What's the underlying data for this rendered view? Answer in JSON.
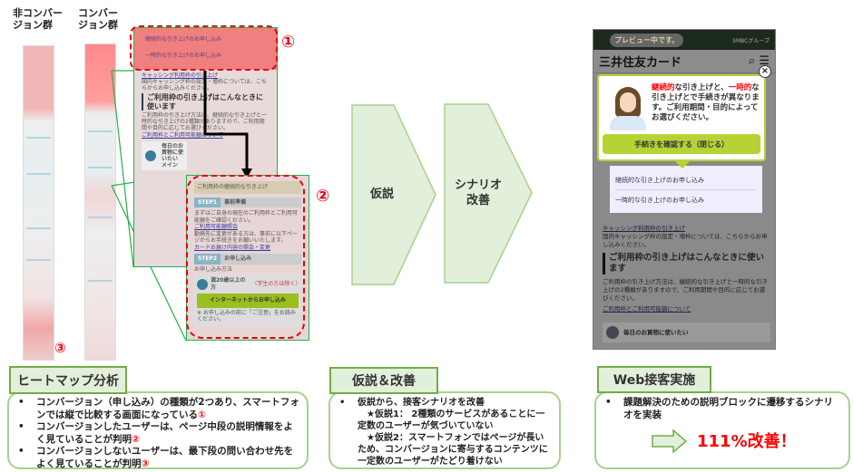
{
  "groups": {
    "non_conversion": "非コンバージョン群",
    "conversion": "コンバージョン群"
  },
  "markers": {
    "m1": "①",
    "m2": "②",
    "m3": "③"
  },
  "heatmap_panel1": {
    "item1": "継続的な引き上げのお申し込み",
    "item2": "一時的な引き上げのお申し込み",
    "link1": "キャッシング利用枠の引き上げ",
    "text1": "国内キャッシング枠の設定・増枠については、こちらからお申し込みください。",
    "heading": "ご利用枠の引き上げはこんなときに使います",
    "text2": "ご利用枠の引き上げ方法は、継続的な引き上げと一時的な引き上げの2種類がありますので、ご利用期間や目的に応じてお選びください。",
    "link2": "ご利用枠とご利用可能額について",
    "card": "毎日のお買物に使いたい メイン"
  },
  "heatmap_panel2": {
    "title": "ご利用枠の継続的な引き上げ",
    "step1": "STEP1",
    "step1_title": "事前準備",
    "bullet1": "まずはご自身の現在のご利用枠とご利用可能額をご確認ください。",
    "link1": "ご利用可能額照会",
    "bullet2": "勤務先に変更がある方は、事前に以下ページからお手続きをお願いいたします。",
    "link2": "カードお届け内容の照会・変更",
    "step2": "STEP2",
    "step2_title": "お申し込み",
    "bullet3": "お申し込み方法",
    "age": "満20歳以上の方",
    "age_note": "（学生の方は除く）",
    "apply_button": "インターネットからお申し込み",
    "note": "※ お申し込みの前に「ご注意」をお読みください。"
  },
  "chevrons": {
    "c1": "仮説",
    "c2_line1": "シナリオ",
    "c2_line2": "改善"
  },
  "phone": {
    "preview_badge": "プレビュー中です。",
    "group": "SMBCグループ",
    "logo": "三井住友カード",
    "popup_red1": "継続的",
    "popup_t1": "な引き上げと、",
    "popup_red2": "一時的",
    "popup_t2": "な引き上げとで手続きが異なります。ご利用期間・目的によってお選びください。",
    "popup_button": "手続きを確認する（閉じる）",
    "item1": "継続的な引き上げのお申し込み",
    "item2": "一時的な引き上げのお申し込み",
    "link1": "キャッシング利用枠の引き上げ",
    "text1": "国内キャッシング枠の設定・増枠については、こちらからお申し込みください。",
    "heading": "ご利用枠の引き上げはこんなときに使います",
    "text2": "ご利用枠の引き上げ方法は、継続的な引き上げと一時的な引き上げの2種類がありますので、ご利用期間や目的に応じてお選びください。",
    "link2": "ご利用枠とご利用可能額について",
    "card": "毎日のお買物に使いたい"
  },
  "sections": [
    {
      "title": "ヒートマップ分析",
      "bullets": [
        {
          "text": "コンバージョン（申し込み）の種類が2つあり、スマートフォンでは縦で比較する画面になっている",
          "marker": "①"
        },
        {
          "text": "コンバージョンしたユーザーは、ページ中段の説明情報をよく見ていることが判明",
          "marker": "②"
        },
        {
          "text": "コンバージョンしないユーザーは、最下段の問い合わせ先をよく見ていることが判明",
          "marker": "③"
        }
      ]
    },
    {
      "title": "仮説＆改善",
      "bullet": "仮説から、接客シナリオを改善",
      "h1": "★仮説1： 2種類のサービスがあることに一定数のユーザーが気づいていない",
      "h2": "★仮説2：スマートフォンではページが長いため、コンバージョンに寄与するコンテンツに一定数のユーザーがたどり着けない"
    },
    {
      "title": "Web接客実施",
      "bullet": "課題解決のための説明ブロックに遷移するシナリオを実装",
      "result": "111%改善！"
    }
  ],
  "colors": {
    "accent_red": "#ff0000",
    "green_border": "#70ad47",
    "green_fill": "#e2efda",
    "popup_button": "#b5d334"
  }
}
